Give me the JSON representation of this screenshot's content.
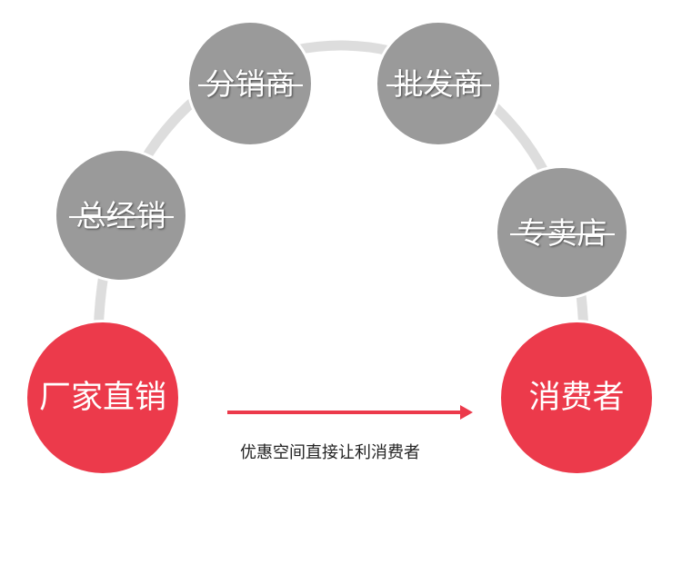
{
  "diagram": {
    "old_chain": [
      {
        "label": "总经销"
      },
      {
        "label": "分销商"
      },
      {
        "label": "批发商"
      },
      {
        "label": "专卖店"
      }
    ],
    "start": {
      "label": "厂家直销"
    },
    "end": {
      "label": "消费者"
    },
    "caption": "优惠空间直接让利消费者"
  },
  "colors": {
    "accent_red": "#ec3a4b",
    "node_gray": "#9a9a9a",
    "arc_gray": "#dddddd"
  }
}
